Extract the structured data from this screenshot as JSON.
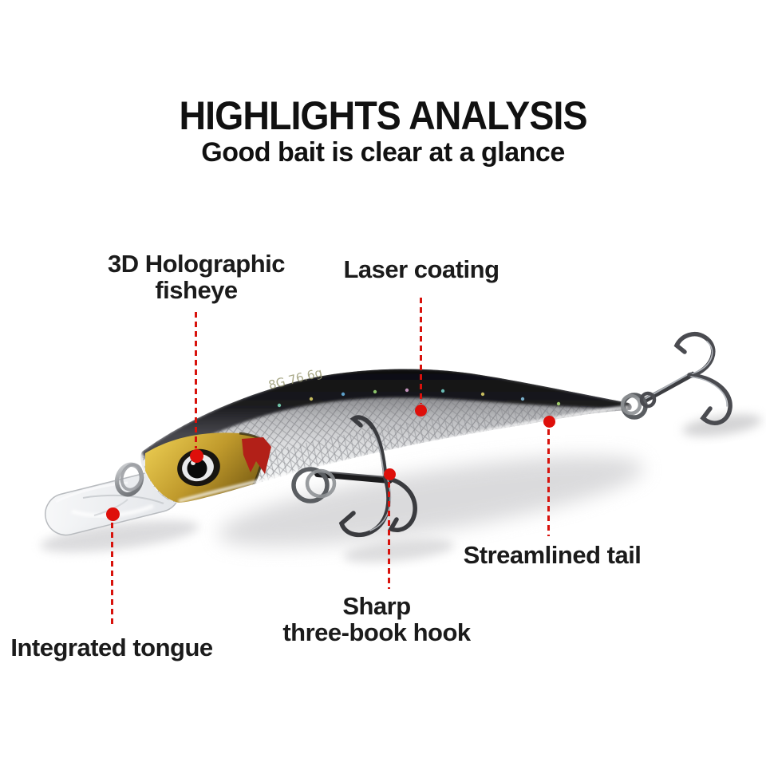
{
  "header": {
    "title": "HIGHLIGHTS ANALYSIS",
    "subtitle": "Good bait is clear at a glance"
  },
  "colors": {
    "callout_red": "#d8120c",
    "dot_red": "#de0f0a",
    "text": "#1b1b1b",
    "lure_back": "#121214",
    "lure_flank_silver": "#d9dadc",
    "lure_head_gold": "#c9a23a",
    "gill_red": "#b22018"
  },
  "product": {
    "subject": "minnow fishing lure",
    "body_marking": "8G 76.6g"
  },
  "callouts": [
    {
      "id": "fisheye",
      "lines": [
        "3D Holographic",
        "fisheye"
      ]
    },
    {
      "id": "laser-coating",
      "lines": [
        "Laser coating"
      ]
    },
    {
      "id": "streamlined-tail",
      "lines": [
        "Streamlined tail"
      ]
    },
    {
      "id": "sharp-hook",
      "lines": [
        "Sharp",
        "three-book hook"
      ]
    },
    {
      "id": "integrated-tongue",
      "lines": [
        "Integrated tongue"
      ]
    }
  ]
}
